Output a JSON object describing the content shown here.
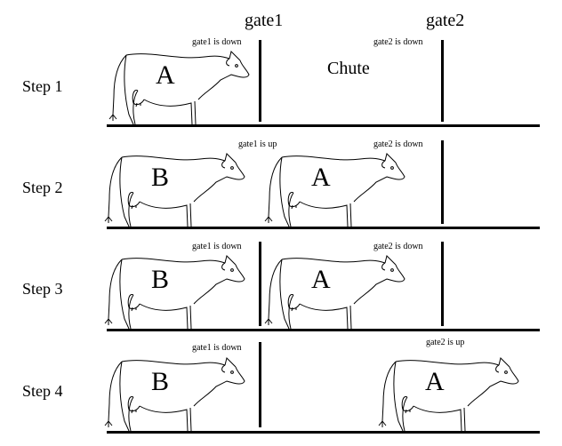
{
  "headers": {
    "gate1": "gate1",
    "gate2": "gate2",
    "chute": "Chute"
  },
  "steps": [
    {
      "label": "Step 1",
      "gate1_status": "gate1 is down",
      "gate2_status": "gate2 is down",
      "cows": [
        "A"
      ]
    },
    {
      "label": "Step 2",
      "gate1_status": "gate1 is up",
      "gate2_status": "gate2 is down",
      "cows": [
        "B",
        "A"
      ]
    },
    {
      "label": "Step 3",
      "gate1_status": "gate1 is down",
      "gate2_status": "gate2 is down",
      "cows": [
        "B",
        "A"
      ]
    },
    {
      "label": "Step 4",
      "gate1_status": "gate1 is down",
      "gate2_status": "gate2 is up",
      "cows": [
        "B",
        "A"
      ]
    }
  ]
}
